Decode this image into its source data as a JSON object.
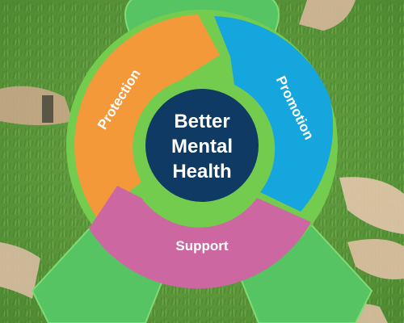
{
  "diagram": {
    "center": {
      "lines": [
        "Better",
        "Mental",
        "Health"
      ]
    },
    "segments": [
      {
        "id": "protection",
        "label": "Protection",
        "color": "#f4993a"
      },
      {
        "id": "promotion",
        "label": "Promotion",
        "color": "#15a6dd"
      },
      {
        "id": "support",
        "label": "Support",
        "color": "#cc67a1"
      }
    ],
    "colors": {
      "center_fill": "#0e3a63",
      "ring_outline": "#74cc4f",
      "ribbon": "#57c464",
      "background_grass": "#5f9a3c"
    }
  }
}
